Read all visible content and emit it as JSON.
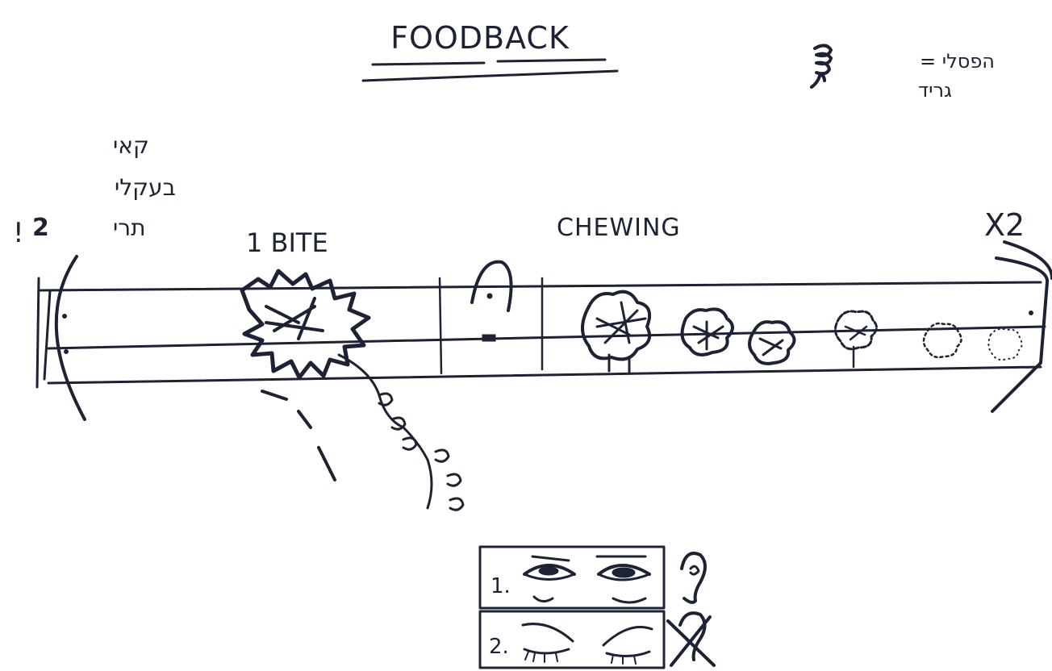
{
  "title": "FOODBACK",
  "legend": {
    "line1": "הפסלי =",
    "line2": "גריד"
  },
  "left_note": {
    "line1": "קאי",
    "line2": "בעקלי",
    "line3": "תרי",
    "number": "2",
    "exclaim": "!"
  },
  "labels": {
    "bite": "1 BITE",
    "chewing": "CHEWING",
    "repeat": "X2"
  },
  "modes": [
    {
      "number": "1.",
      "state": "eyes-open",
      "sound_icon": "ear-icon"
    },
    {
      "number": "2.",
      "state": "eyes-closed",
      "sound_icon": "ear-crossed-icon"
    }
  ],
  "colors": {
    "ink": "#1d2235",
    "paper": "#ffffff"
  }
}
